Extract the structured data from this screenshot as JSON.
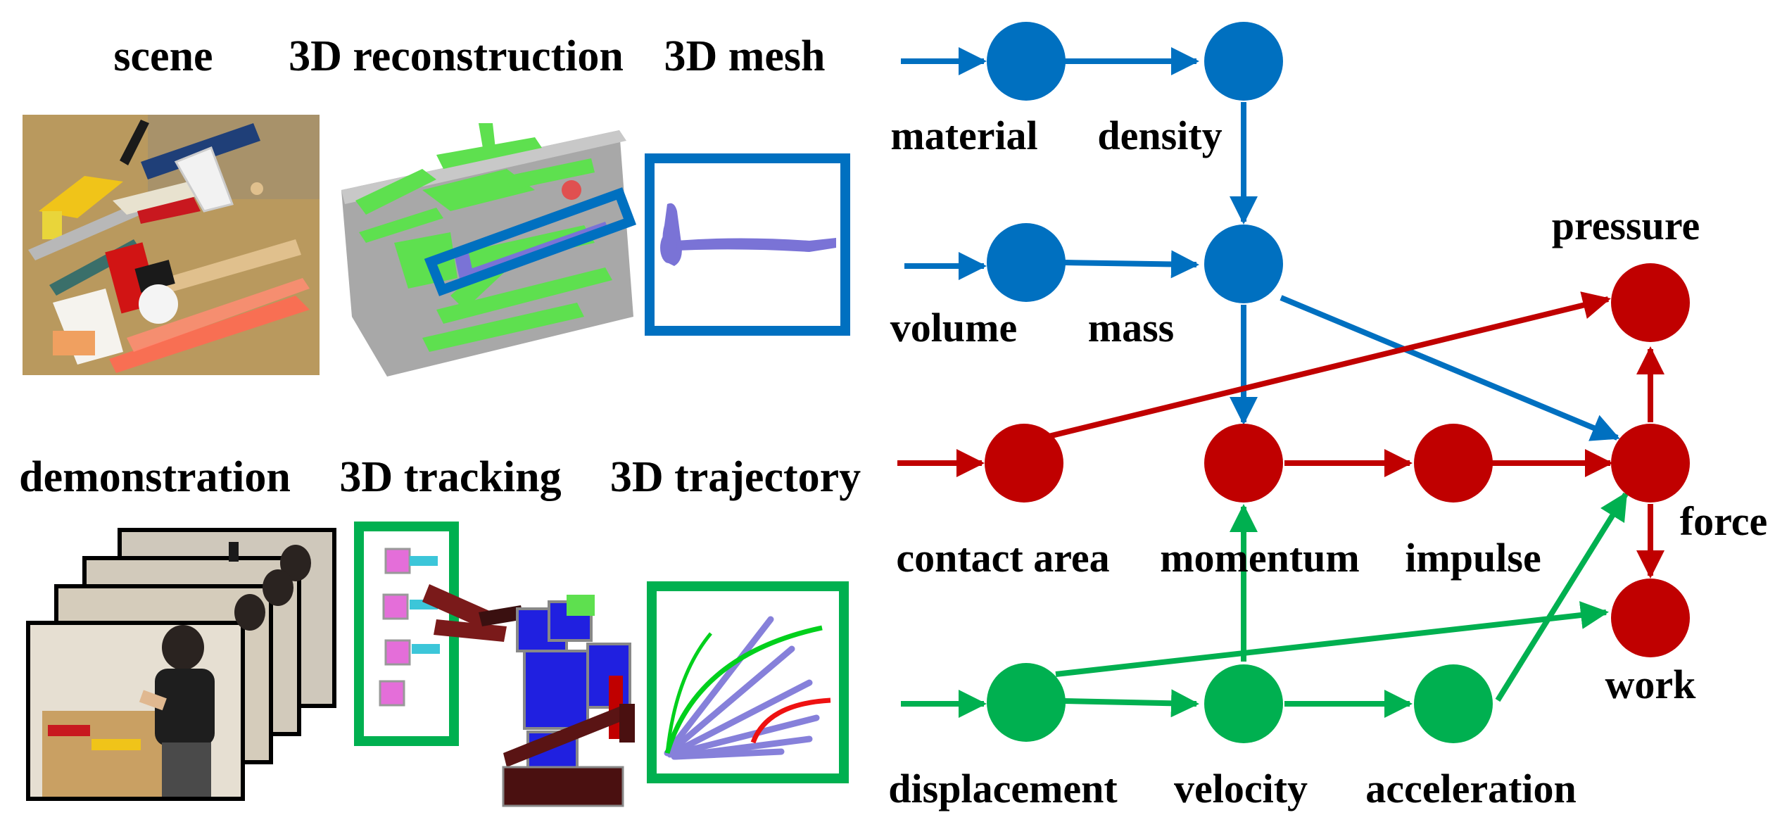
{
  "left_labels": {
    "scene": "scene",
    "reconstruction": "3D reconstruction",
    "mesh": "3D mesh",
    "demonstration": "demonstration",
    "tracking": "3D tracking",
    "trajectory": "3D trajectory"
  },
  "nodes": {
    "material": "material",
    "density": "density",
    "volume": "volume",
    "mass": "mass",
    "pressure": "pressure",
    "contact_area": "contact area",
    "momentum": "momentum",
    "impulse": "impulse",
    "force": "force",
    "work": "work",
    "displacement": "displacement",
    "velocity": "velocity",
    "acceleration": "acceleration"
  },
  "colors": {
    "blue": "#0070c0",
    "red": "#c00000",
    "green": "#00b050",
    "purple": "#7a73d6",
    "mesh_green": "#5ee04f"
  }
}
